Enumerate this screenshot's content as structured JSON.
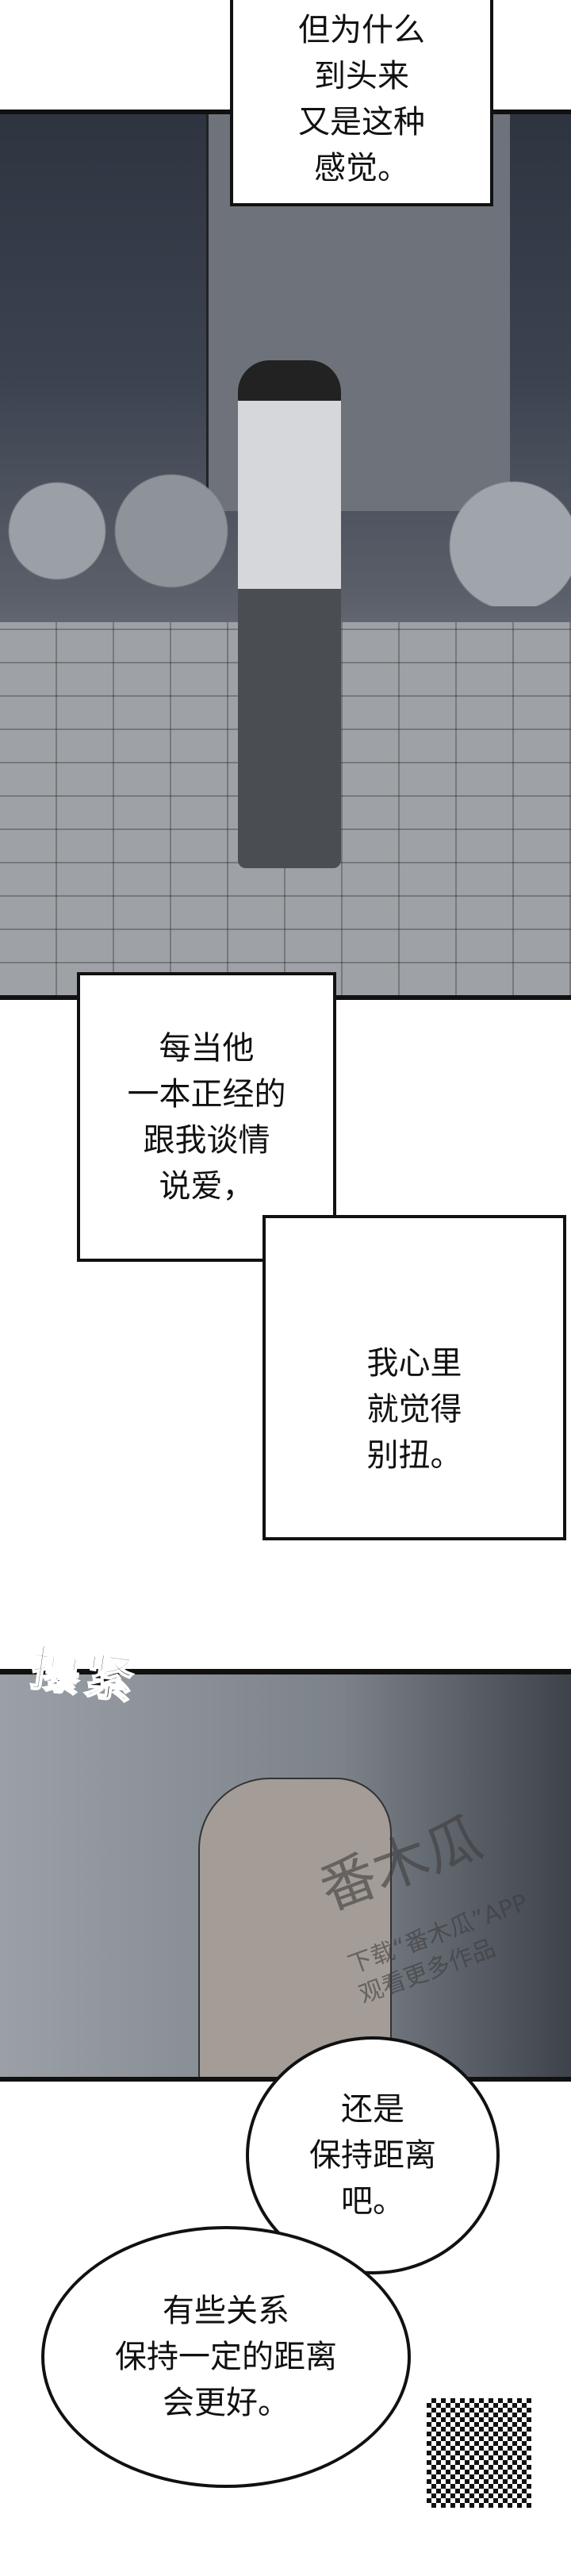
{
  "captions": [
    {
      "text": "但为什么\n到头来\n又是这种\n感觉。"
    },
    {
      "text": "每当他\n一本正经的\n跟我谈情\n说爱，"
    },
    {
      "text": "我心里\n就觉得\n别扭。"
    }
  ],
  "sfx": "攥紧",
  "watermark": {
    "logo": "番木瓜",
    "text": "下载“番木瓜”APP\n观看更多作品"
  },
  "bubbles": [
    {
      "text": "还是\n保持距离\n吧。"
    },
    {
      "text": "有些关系\n保持一定的距离\n会更好。"
    }
  ]
}
